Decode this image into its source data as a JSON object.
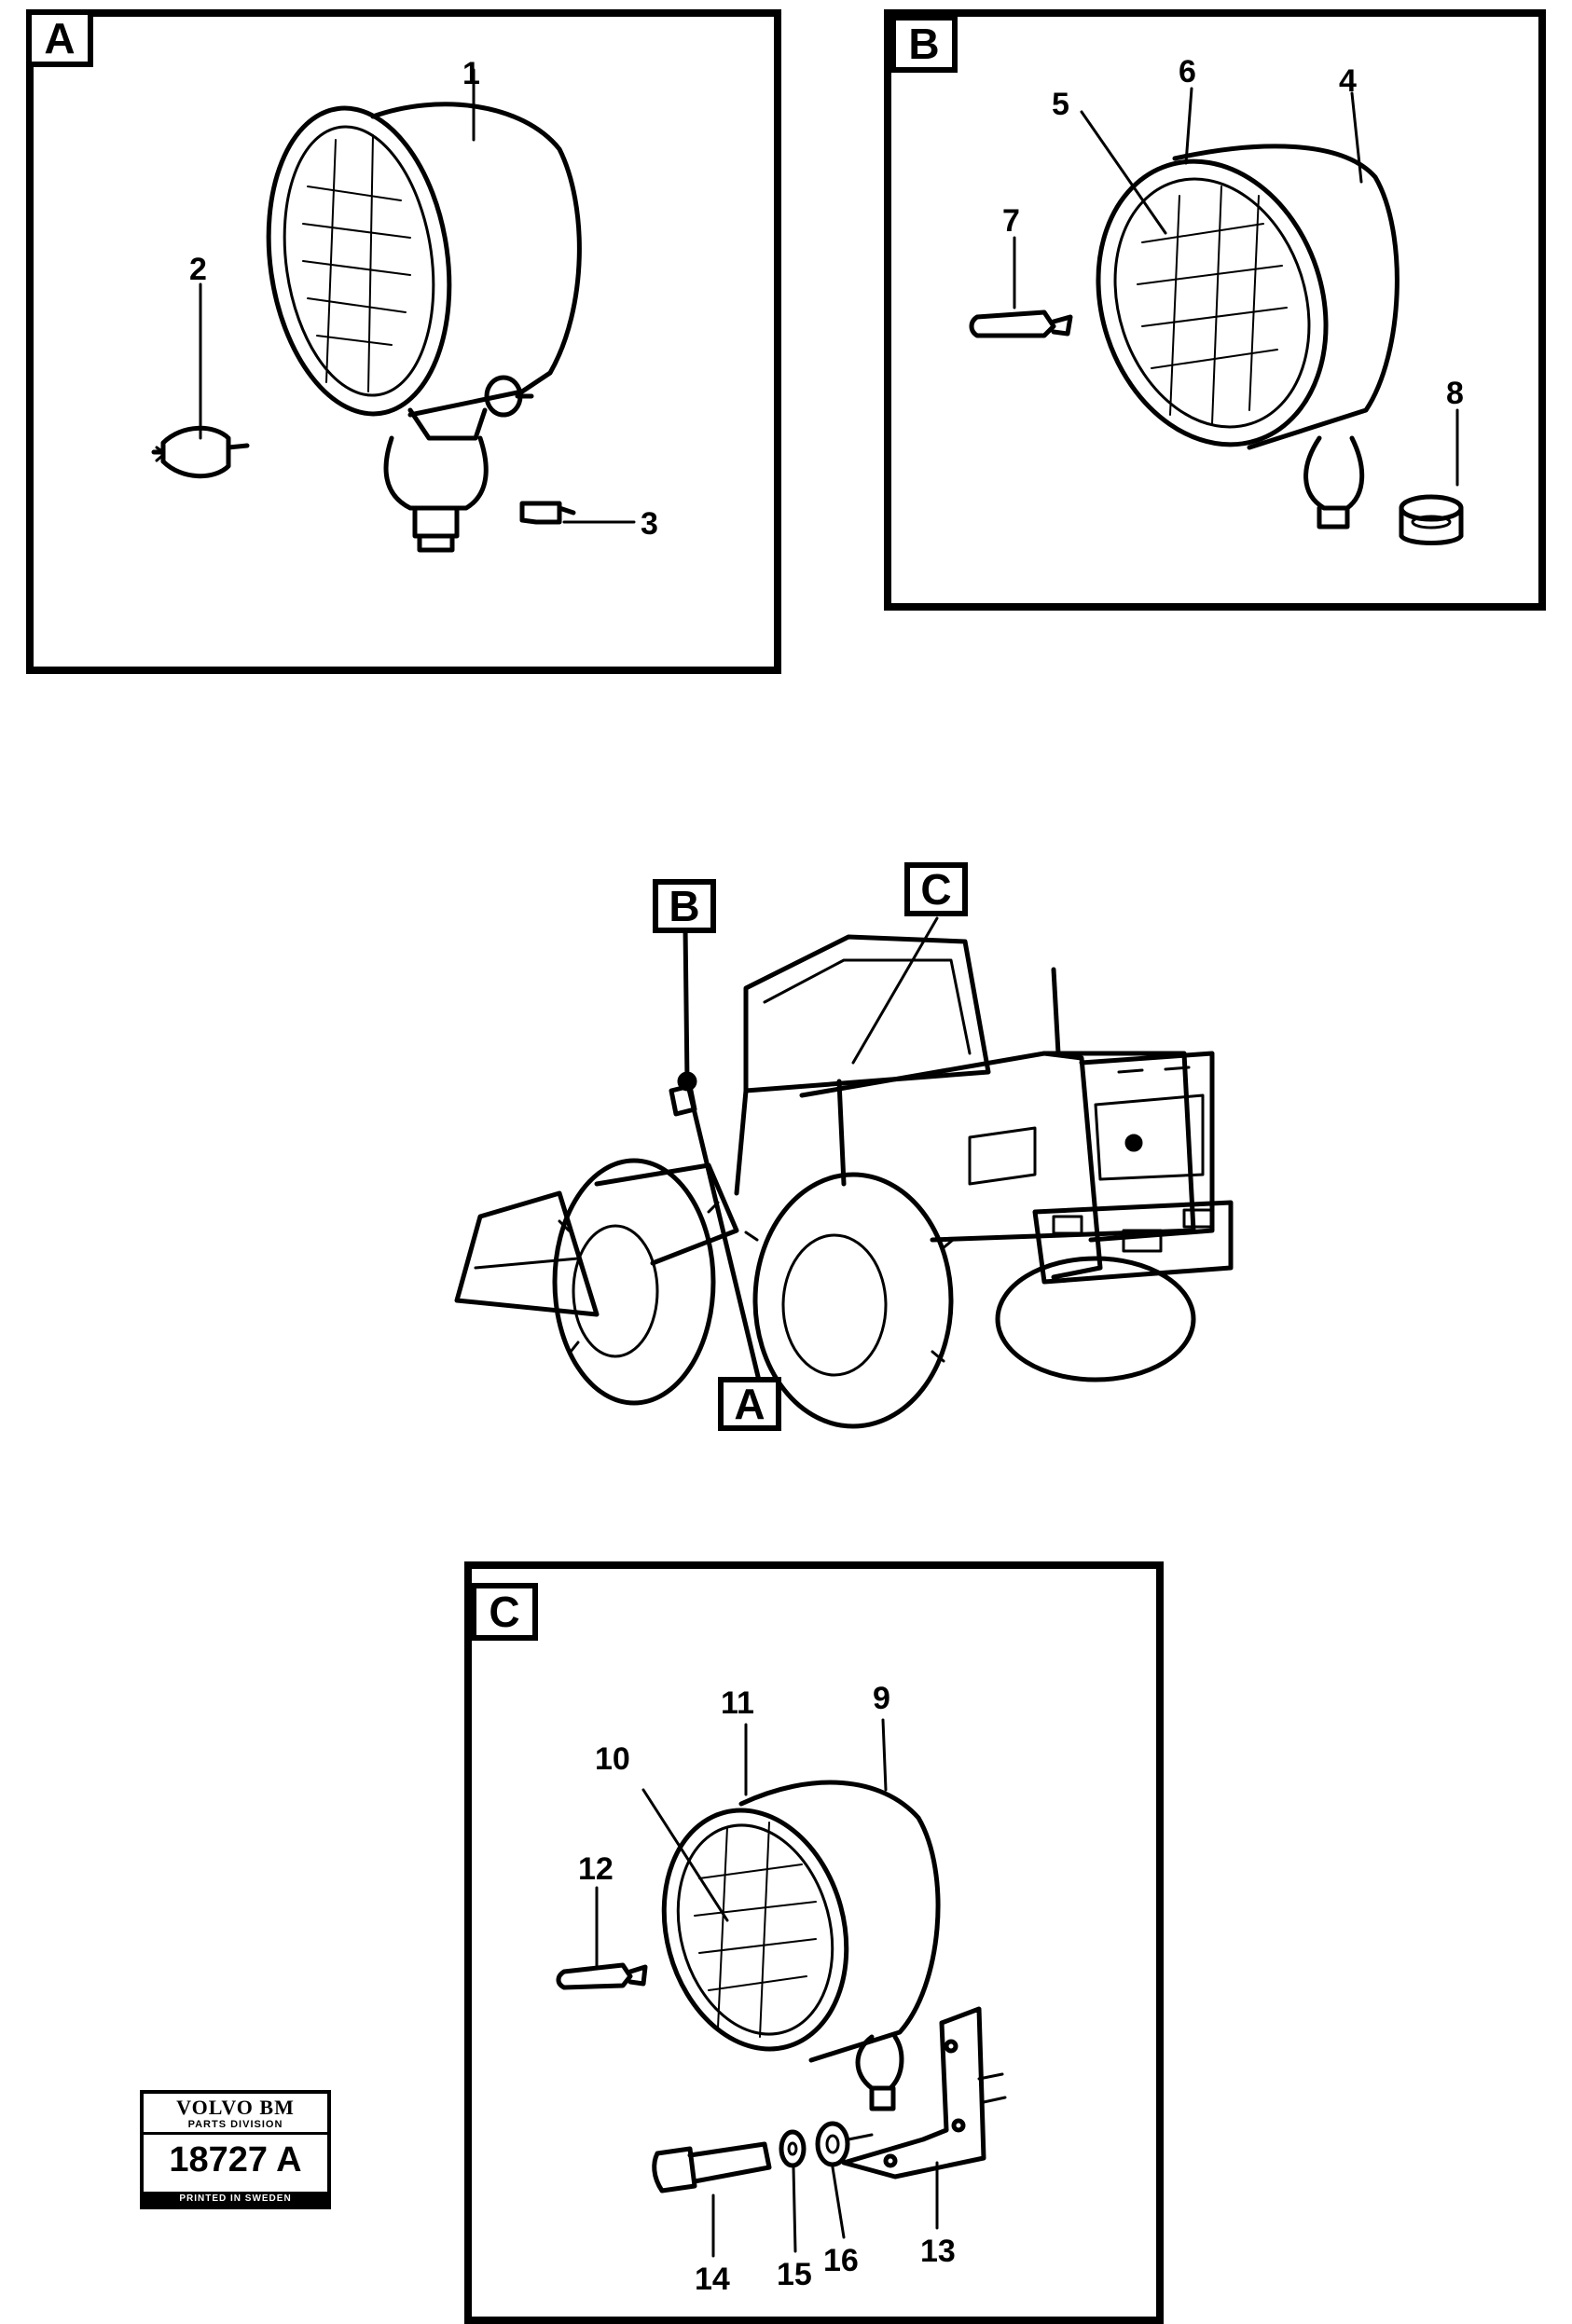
{
  "panels": {
    "a": {
      "tag": "A",
      "callouts": [
        "1",
        "2",
        "3"
      ]
    },
    "b": {
      "tag": "B",
      "callouts": [
        "4",
        "5",
        "6",
        "7",
        "8"
      ]
    },
    "c": {
      "tag": "C",
      "callouts": [
        "9",
        "10",
        "11",
        "12",
        "13",
        "14",
        "15",
        "16"
      ]
    }
  },
  "overview": {
    "tags": [
      "B",
      "C",
      "A"
    ]
  },
  "stamp": {
    "brand": "VOLVO BM",
    "division": "PARTS DIVISION",
    "code": "18727 A",
    "printed": "PRINTED IN SWEDEN"
  },
  "colors": {
    "ink": "#000000",
    "paper": "#ffffff"
  }
}
